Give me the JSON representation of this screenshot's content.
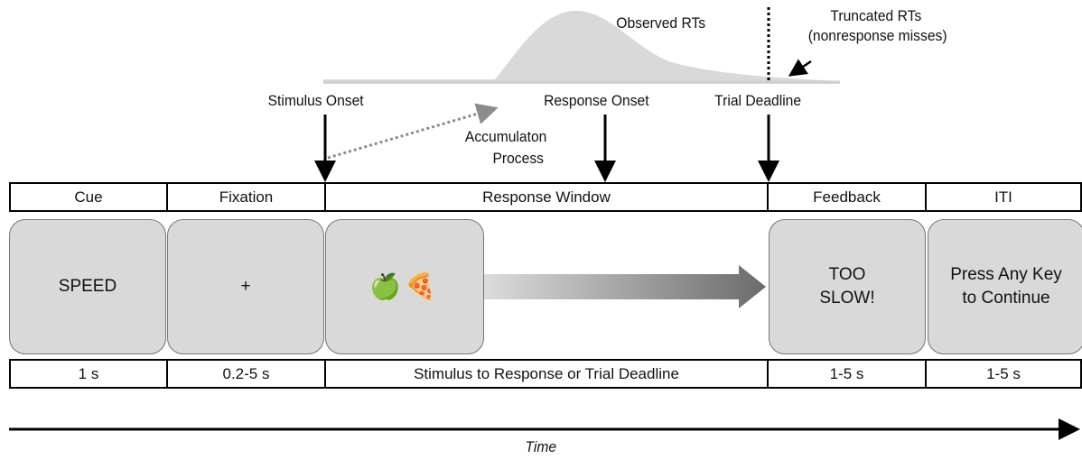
{
  "distribution": {
    "observed_label": "Observed RTs",
    "truncated_label_line1": "Truncated RTs",
    "truncated_label_line2": "(nonresponse misses)"
  },
  "events": {
    "stimulus_onset": "Stimulus Onset",
    "response_onset": "Response Onset",
    "trial_deadline": "Trial Deadline",
    "accumulation_line1": "Accumulaton",
    "accumulation_line2": "Process"
  },
  "phases": [
    {
      "name": "Cue",
      "screen": "SPEED",
      "duration": "1 s"
    },
    {
      "name": "Fixation",
      "screen": "+",
      "duration": "0.2-5 s"
    },
    {
      "name": "Response Window",
      "screen": "🍏🍕",
      "duration": "Stimulus to Response or Trial Deadline"
    },
    {
      "name": "Feedback",
      "screen_line1": "TOO",
      "screen_line2": "SLOW!",
      "duration": "1-5 s"
    },
    {
      "name": "ITI",
      "screen_line1": "Press Any Key",
      "screen_line2": "to Continue",
      "duration": "1-5 s"
    }
  ],
  "time_axis": {
    "label": "Time"
  },
  "colors": {
    "screen_fill": "#d9d9d9",
    "curve_fill": "#d9d9d9",
    "arrow_gradient_end": "#6b6b6b"
  }
}
